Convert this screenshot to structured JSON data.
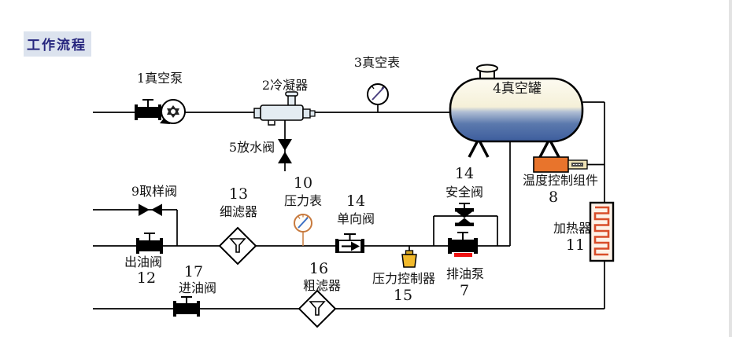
{
  "page": {
    "background": "#ffffff",
    "right_edge_band_color": "#e3e3e3"
  },
  "title": {
    "text": "工作流程",
    "color": "#26267e",
    "highlight_bg": "#dce3ee"
  },
  "diagram": {
    "type": "process-flow-schematic",
    "line_color": "#000000",
    "components": {
      "vacuum_pump": {
        "label": "1真空泵"
      },
      "condenser": {
        "label": "2冷凝器"
      },
      "vacuum_gauge": {
        "label": "3真空表"
      },
      "vacuum_tank": {
        "label": "4真空罐"
      },
      "drain_water_valve": {
        "label": "5放水阀"
      },
      "oil_drain_pump": {
        "label": "排油泵",
        "num": "7"
      },
      "temp_control": {
        "label": "温度控制组件",
        "num": "8"
      },
      "sampling_valve": {
        "label": "9取样阀"
      },
      "pressure_gauge": {
        "label": "压力表",
        "num": "10"
      },
      "heater": {
        "label": "加热器",
        "num": "11"
      },
      "oil_outlet_valve": {
        "label": "出油阀",
        "num": "12"
      },
      "fine_filter": {
        "label": "细滤器",
        "num": "13"
      },
      "check_valve": {
        "label": "单向阀",
        "num": "14"
      },
      "safety_valve": {
        "label": "安全阀",
        "num": "14"
      },
      "pressure_controller": {
        "label": "压力控制器",
        "num": "15"
      },
      "coarse_filter": {
        "label": "粗滤器",
        "num": "16"
      },
      "oil_inlet_valve": {
        "label": "进油阀",
        "num": "17"
      }
    },
    "colors": {
      "tank_oil_blue": "#3d5d9d",
      "tank_top_cream": "#f5f0d8",
      "condenser_body": "#e4ecf2",
      "temp_control_orange": "#e8742c",
      "probe_beige": "#ede1b4",
      "heater_coil_red": "#d84e2a",
      "heater_fill": "#fdf2e8",
      "pressure_gauge_ring": "#c87a3e",
      "gauge_needle_blue": "#3a6fc4",
      "vacuum_gauge_needle": "#4a3f7f",
      "controller_yellow": "#f2ba2c",
      "pump_red_mark": "#ee1111"
    }
  }
}
